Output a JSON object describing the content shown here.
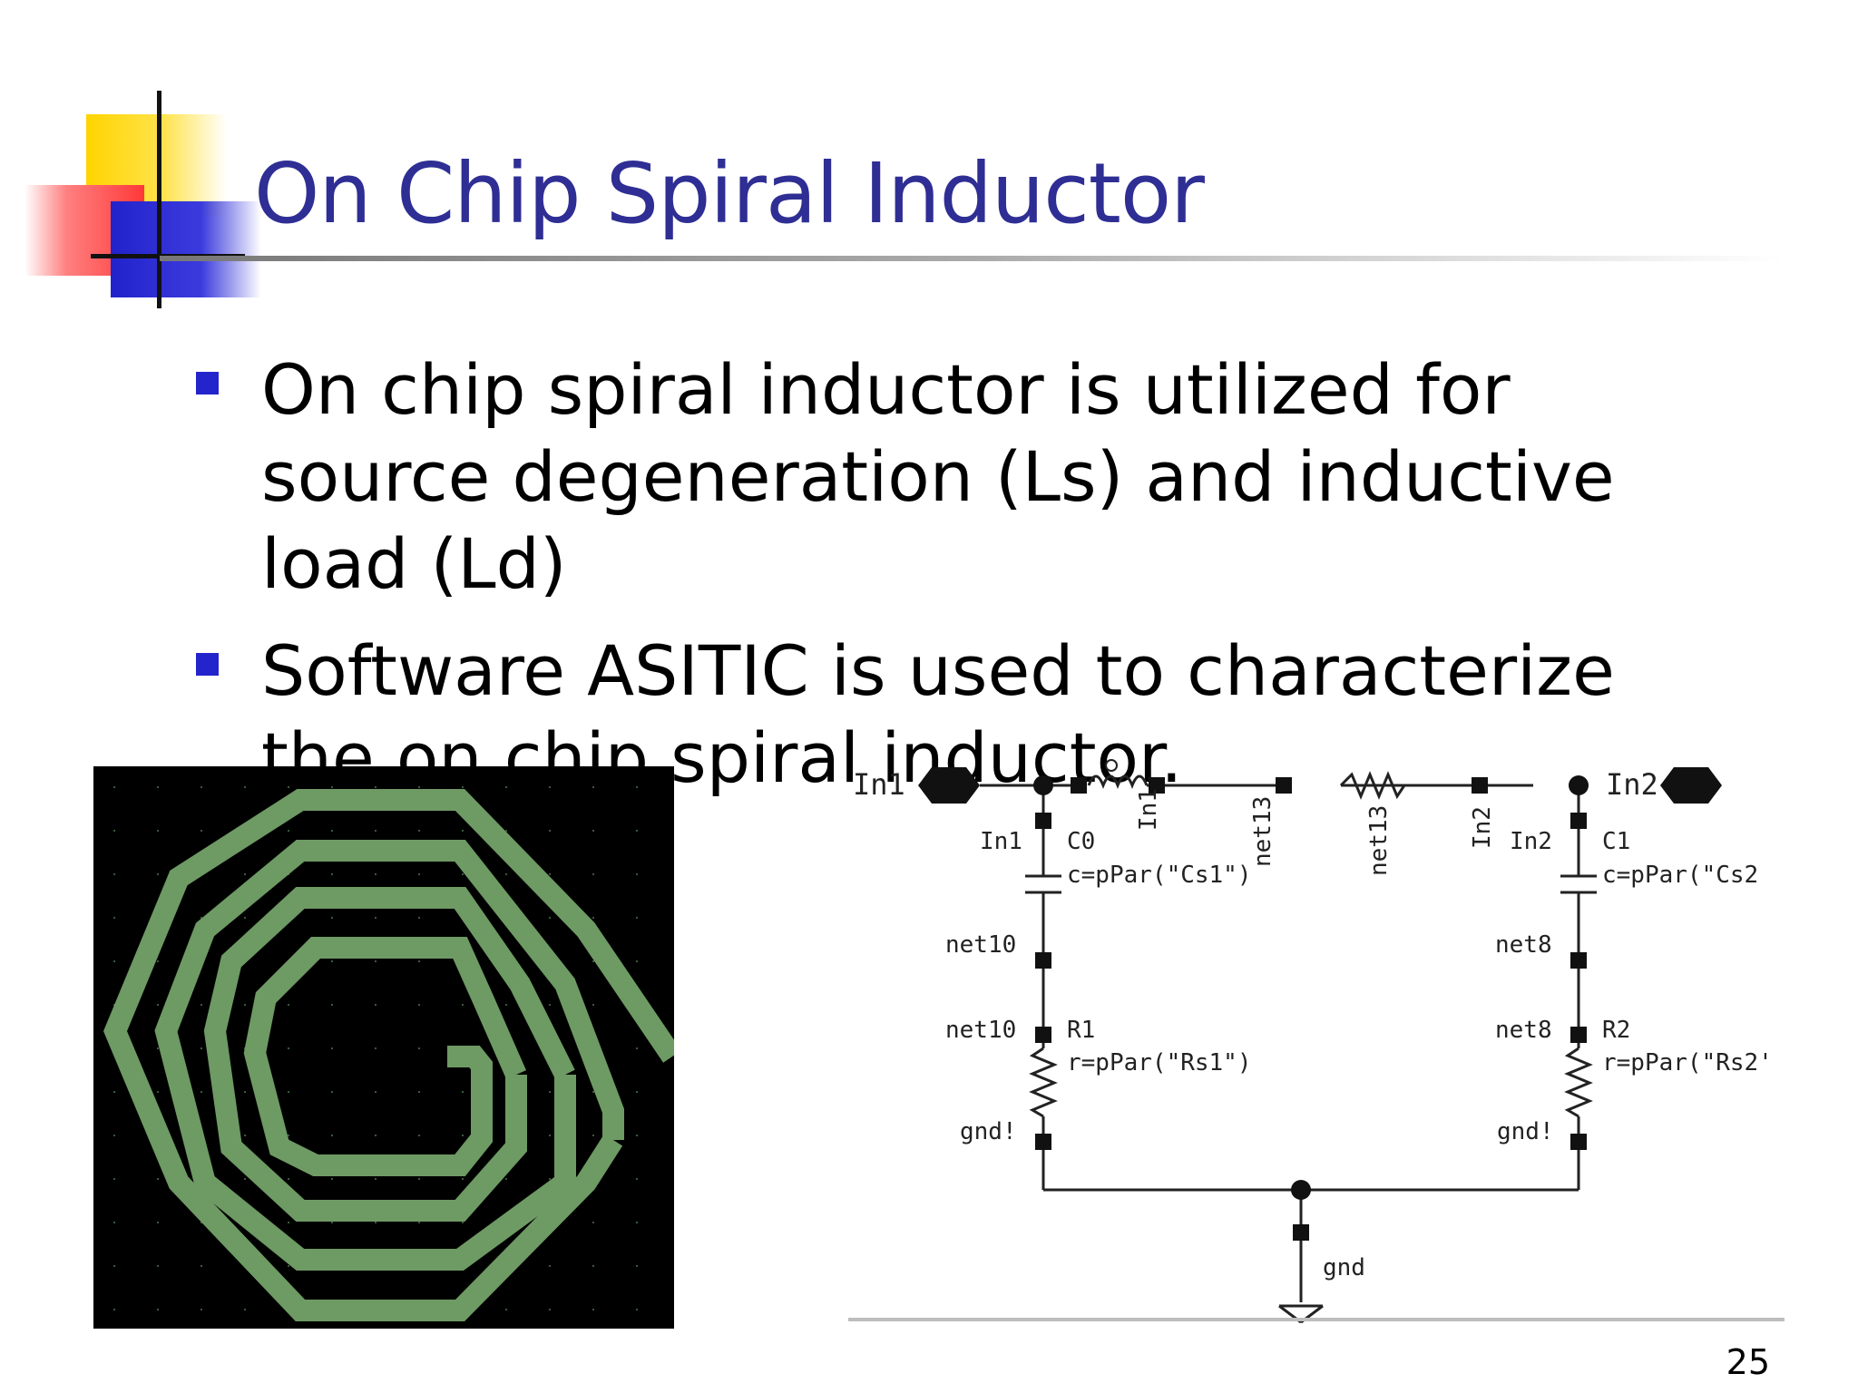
{
  "slide": {
    "title": "On Chip Spiral Inductor",
    "bullets": [
      "On chip spiral inductor is utilized for source degeneration (Ls) and inductive load (Ld)",
      "Software ASITIC is used to characterize the on chip spiral inductor."
    ],
    "page_number": "25"
  },
  "colors": {
    "title": "#2e2e94",
    "bullet_marker": "#2424cc",
    "spiral_trace": "#6e9a64",
    "spiral_background": "#000000"
  },
  "schematic": {
    "ports": {
      "left": "In1",
      "right": "In2"
    },
    "labels": {
      "c0_pin": "In1",
      "c0_name": "C0",
      "c0_value": "c=pPar(\"Cs1\")",
      "c1_pin": "In2",
      "c1_name": "C1",
      "c1_value": "c=pPar(\"Cs2",
      "ind_pin_left": "In1",
      "ind_pin_right": "net13",
      "res_pin_left": "net13",
      "res_pin_right": "In2",
      "net10_top": "net10",
      "net10_bottom": "net10",
      "net8_top": "net8",
      "net8_bottom": "net8",
      "r1_name": "R1",
      "r1_value": "r=pPar(\"Rs1\")",
      "r2_name": "R2",
      "r2_value": "r=pPar(\"Rs2'",
      "gnd_left": "gnd!",
      "gnd_right": "gnd!",
      "gnd": "gnd"
    }
  }
}
